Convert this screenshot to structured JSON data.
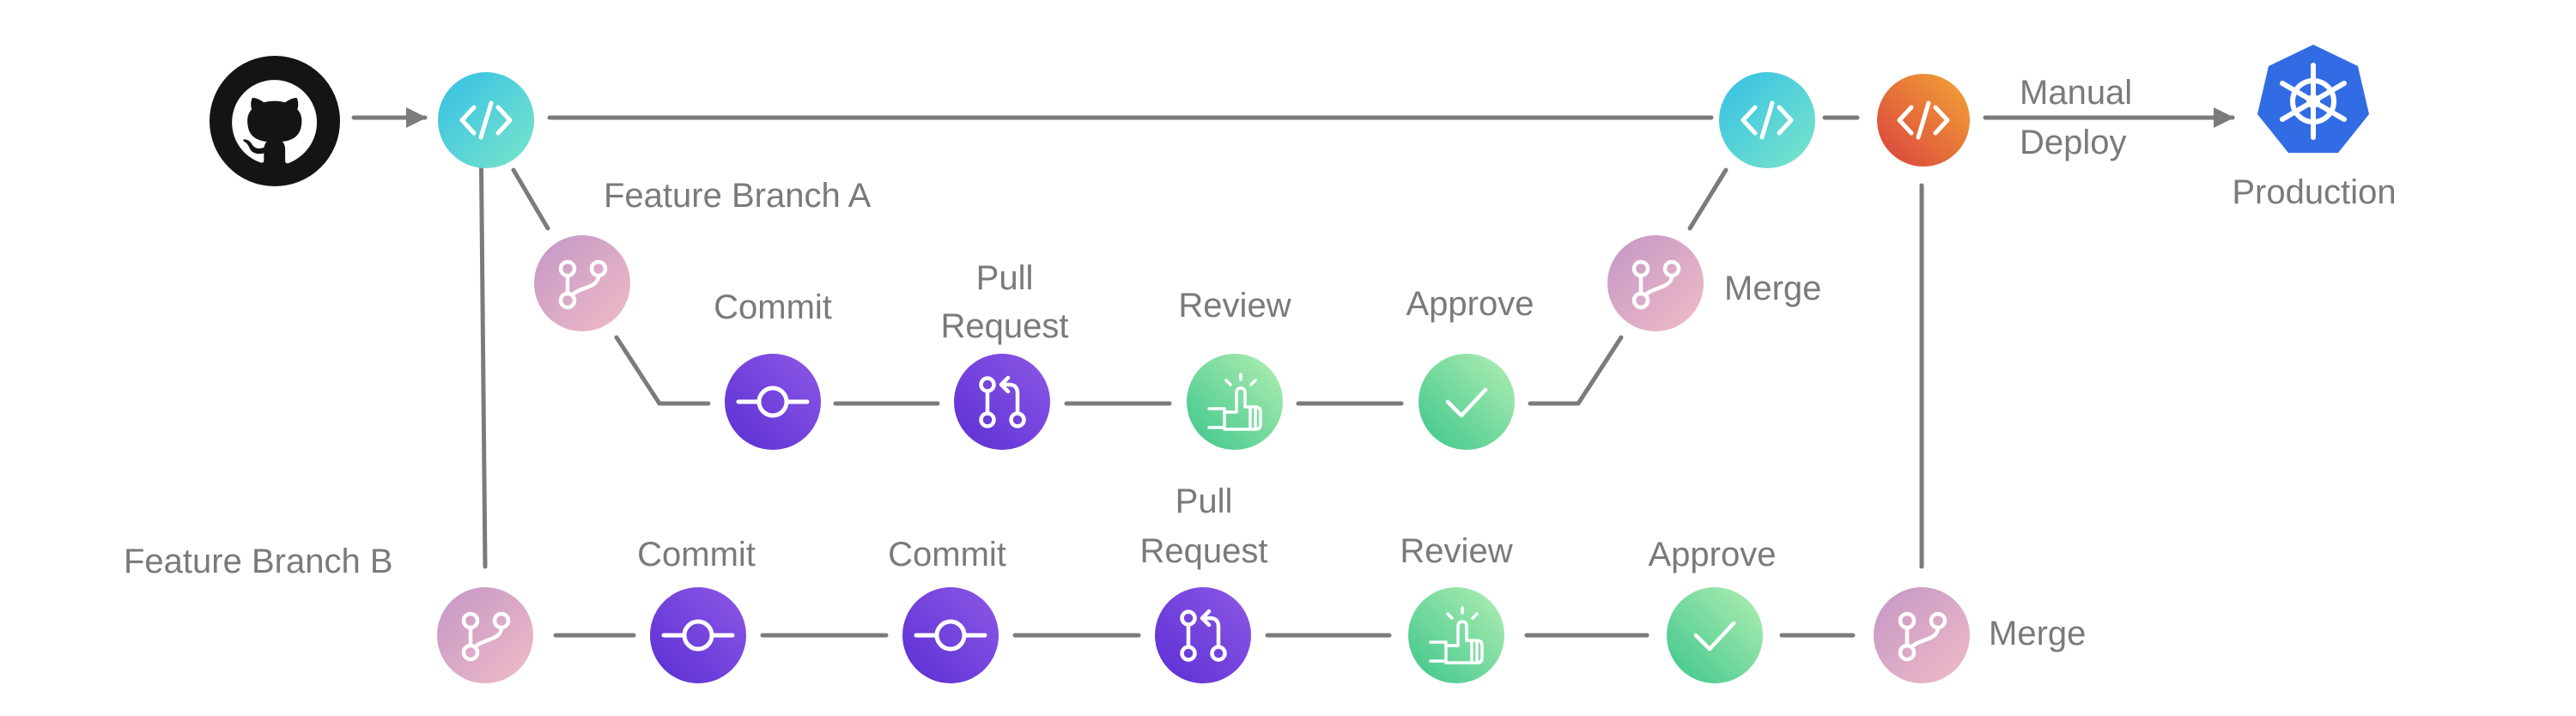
{
  "source": {
    "icon": "github-icon"
  },
  "main_line": {
    "code_start": {
      "icon": "code-icon"
    },
    "code_merge": {
      "icon": "code-icon"
    },
    "code_release": {
      "icon": "code-icon"
    },
    "deploy_label_1": "Manual",
    "deploy_label_2": "Deploy",
    "production": {
      "icon": "kubernetes-helm-icon",
      "label": "Production"
    }
  },
  "branch_a": {
    "name": "Feature Branch A",
    "steps": {
      "commit": "Commit",
      "pull_request_1": "Pull",
      "pull_request_2": "Request",
      "review": "Review",
      "approve": "Approve",
      "merge": "Merge"
    }
  },
  "branch_b": {
    "name": "Feature Branch B",
    "steps": {
      "commit_1": "Commit",
      "commit_2": "Commit",
      "pull_request_1": "Pull",
      "pull_request_2": "Request",
      "review": "Review",
      "approve": "Approve",
      "merge": "Merge"
    }
  },
  "colors": {
    "line": "#7b7b7b",
    "label": "#7a7a7a",
    "github": "#141414",
    "code_teal": [
      "#3fc5e3",
      "#6fe0cf"
    ],
    "code_orange": [
      "#dc4f40",
      "#f0a13a"
    ],
    "branch_pink": [
      "#c79ac6",
      "#ebb7c6"
    ],
    "commit_purple": [
      "#6236d6",
      "#8a55e3"
    ],
    "review_green": [
      "#43c98d",
      "#a6eab0"
    ],
    "kubernetes_blue": "#326ce5"
  }
}
